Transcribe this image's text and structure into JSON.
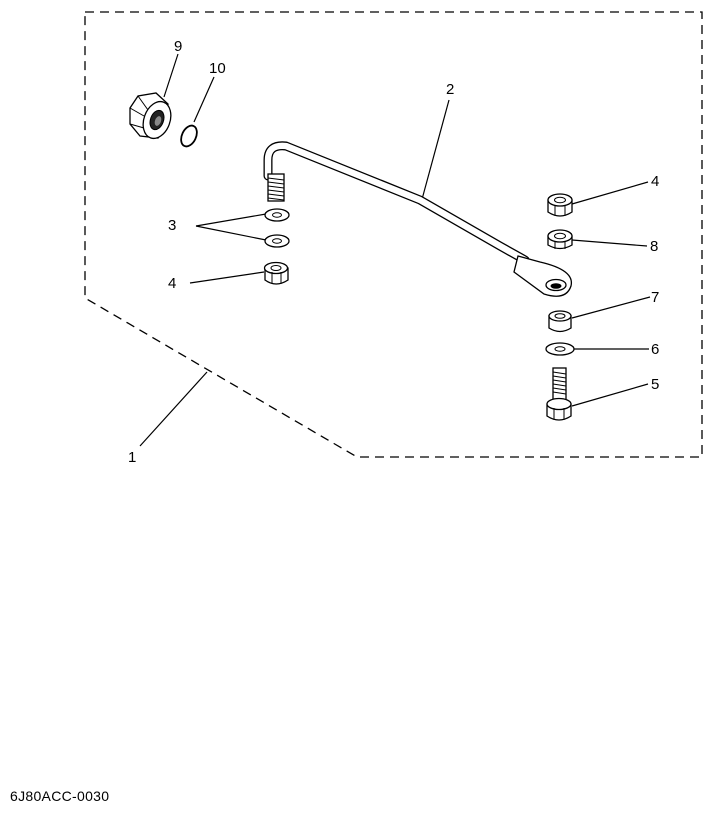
{
  "callouts": {
    "c1": "1",
    "c2": "2",
    "c3": "3",
    "c4a": "4",
    "c4b": "4",
    "c5": "5",
    "c6": "6",
    "c7": "7",
    "c8": "8",
    "c9": "9",
    "c10": "10"
  },
  "drawing_code": "6J80ACC-0030"
}
